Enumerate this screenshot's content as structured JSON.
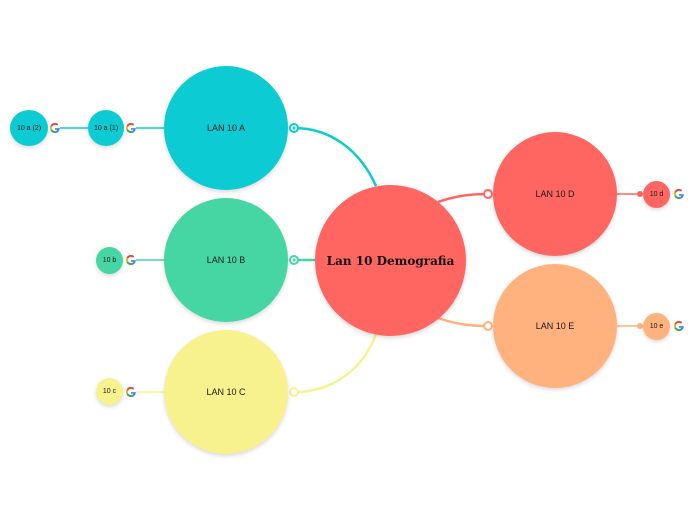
{
  "colors": {
    "teal": "#0ccbd3",
    "green": "#45d6a3",
    "yellow": "#f7f28e",
    "red": "#ff6662",
    "orange": "#ffb27d"
  },
  "root": {
    "label": "Lan 10 Demografia"
  },
  "branches": [
    {
      "id": "a",
      "label": "LAN 10 A",
      "children": [
        {
          "label": "10 a (1)"
        },
        {
          "label": "10 a (2)"
        }
      ]
    },
    {
      "id": "b",
      "label": "LAN 10 B",
      "children": [
        {
          "label": "10 b"
        }
      ]
    },
    {
      "id": "c",
      "label": "LAN 10 C",
      "children": [
        {
          "label": "10 c"
        }
      ]
    },
    {
      "id": "d",
      "label": "LAN 10 D",
      "children": [
        {
          "label": "10 d"
        }
      ]
    },
    {
      "id": "e",
      "label": "LAN 10 E",
      "children": [
        {
          "label": "10 e"
        }
      ]
    }
  ],
  "icons": {
    "link": "google-g-icon"
  }
}
